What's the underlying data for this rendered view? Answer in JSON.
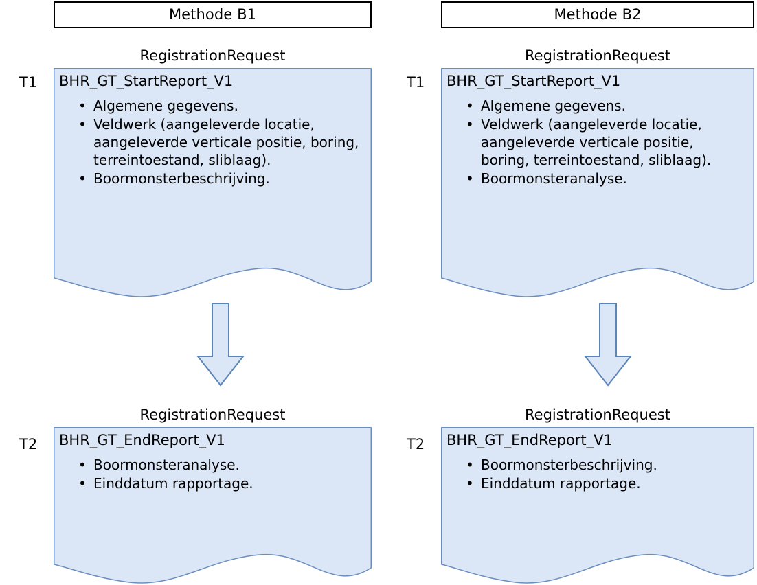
{
  "palette": {
    "doc_fill": "#DBE7F7",
    "doc_stroke": "#6C8EBF",
    "arrow_fill": "#DBE7F7",
    "arrow_stroke": "#5B84B8",
    "header_border": "#000000",
    "text": "#000000",
    "page_background": "#FFFFFF"
  },
  "columns": [
    {
      "header": "Methode B1",
      "steps": [
        {
          "time_label": "T1",
          "caption": "RegistrationRequest",
          "title": "BHR_GT_StartReport_V1",
          "bullets": [
            "Algemene gegevens.",
            "Veldwerk (aangeleverde locatie, aangeleverde verticale positie, boring, terreintoestand, sliblaag).",
            "Boormonsterbeschrijving."
          ]
        },
        {
          "time_label": "T2",
          "caption": "RegistrationRequest",
          "title": "BHR_GT_EndReport_V1",
          "bullets": [
            "Boormonsteranalyse.",
            "Einddatum rapportage."
          ]
        }
      ]
    },
    {
      "header": "Methode B2",
      "steps": [
        {
          "time_label": "T1",
          "caption": "RegistrationRequest",
          "title": "BHR_GT_StartReport_V1",
          "bullets": [
            "Algemene gegevens.",
            "Veldwerk (aangeleverde locatie, aangeleverde verticale positie, boring, terreintoestand, sliblaag).",
            "Boormonsteranalyse."
          ]
        },
        {
          "time_label": "T2",
          "caption": "RegistrationRequest",
          "title": "BHR_GT_EndReport_V1",
          "bullets": [
            "Boormonsterbeschrijving.",
            "Einddatum rapportage."
          ]
        }
      ]
    }
  ],
  "bullet_glyph": "•",
  "arrows": [
    {
      "direction": "down",
      "from": "T1",
      "to": "T2",
      "column": "Methode B1"
    },
    {
      "direction": "down",
      "from": "T1",
      "to": "T2",
      "column": "Methode B2"
    }
  ]
}
